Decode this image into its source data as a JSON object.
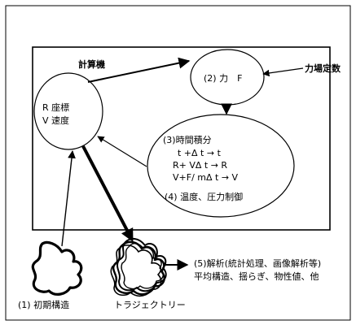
{
  "diagram": {
    "box_title": "計算機",
    "left_node": {
      "line1": "R  座標",
      "line2": "V  速度"
    },
    "force_node": {
      "label": "(2) 力　F"
    },
    "force_const": {
      "label": "力場定数"
    },
    "integ_node": {
      "title": "(3)時間積分",
      "eq1": "t +Δ t →  t",
      "eq2": "R+ VΔ t →  R",
      "eq3": "V+F/ mΔ t →  V",
      "ctrl": "(4) 温度、圧力制御"
    },
    "analysis": {
      "line1": "(5)解析(統計処理、画像解析等)",
      "line2": "平均構造、揺らぎ、物性値、他"
    },
    "initial": {
      "label": "(1) 初期構造"
    },
    "trajectory": {
      "label": "トラジェクトリー"
    }
  }
}
